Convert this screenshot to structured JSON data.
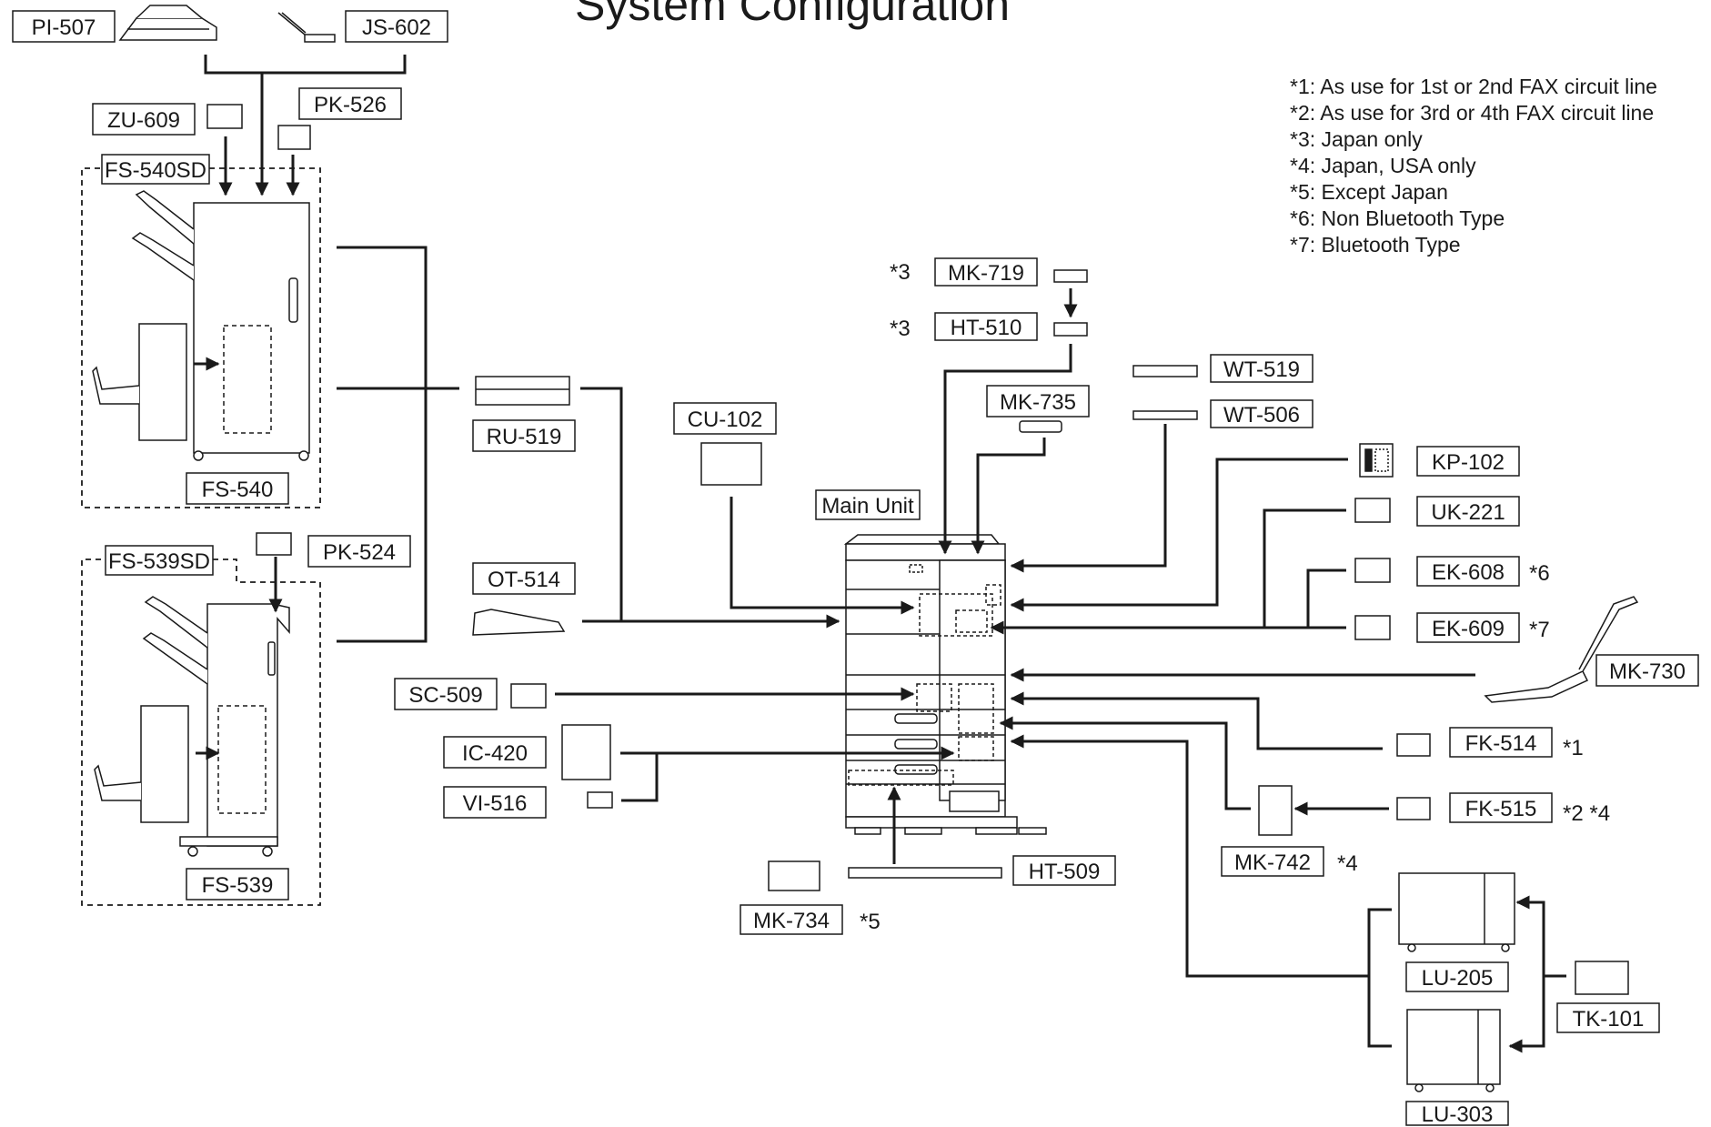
{
  "diagram": {
    "title": "System Configuration",
    "notes": [
      "*1: As use for 1st or 2nd FAX circuit line",
      "*2: As use for 3rd or 4th FAX circuit line",
      "*3: Japan only",
      "*4: Japan, USA only",
      "*5: Except Japan",
      "*6: Non Bluetooth Type",
      "*7: Bluetooth Type"
    ],
    "labels": {
      "pi507": "PI-507",
      "js602": "JS-602",
      "zu609": "ZU-609",
      "pk526": "PK-526",
      "fs540sd": "FS-540SD",
      "fs540": "FS-540",
      "fs539sd": "FS-539SD",
      "pk524": "PK-524",
      "fs539": "FS-539",
      "ru519": "RU-519",
      "ot514": "OT-514",
      "sc509": "SC-509",
      "ic420": "IC-420",
      "vi516": "VI-516",
      "cu102": "CU-102",
      "main_unit": "Main Unit",
      "mk719": "MK-719",
      "ht510": "HT-510",
      "mk735": "MK-735",
      "wt519": "WT-519",
      "wt506": "WT-506",
      "kp102": "KP-102",
      "uk221": "UK-221",
      "ek608": "EK-608",
      "ek609": "EK-609",
      "mk730": "MK-730",
      "fk514": "FK-514",
      "fk515": "FK-515",
      "mk742": "MK-742",
      "ht509": "HT-509",
      "mk734": "MK-734",
      "lu205": "LU-205",
      "lu303": "LU-303",
      "tk101": "TK-101"
    },
    "footnotes": {
      "mk719": "*3",
      "ht510": "*3",
      "ek608": "*6",
      "ek609": "*7",
      "fk514": "*1",
      "fk515": "*2 *4",
      "mk742": "*4",
      "mk734": "*5"
    }
  }
}
